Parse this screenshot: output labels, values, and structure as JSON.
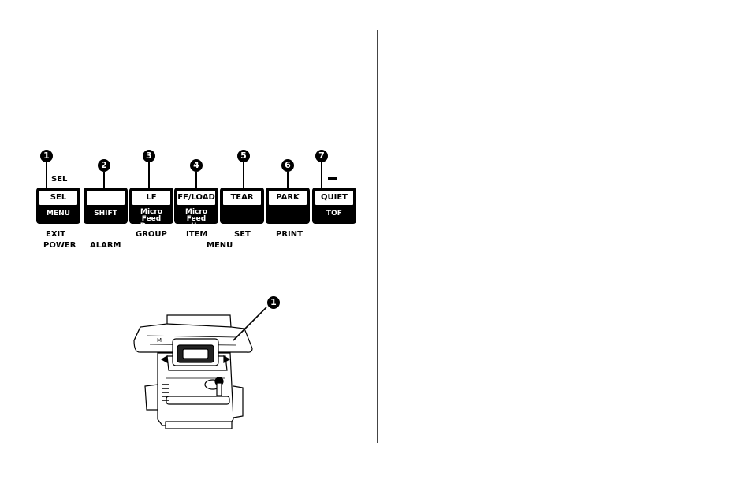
{
  "callouts": [
    "❶",
    "❷",
    "❸",
    "❹",
    "❺",
    "❻",
    "❼"
  ],
  "keys": [
    {
      "top": "SEL",
      "bottom": "MENU"
    },
    {
      "top": "",
      "bottom": "SHIFT"
    },
    {
      "top": "LF",
      "bottom": "Micro Feed\nDown"
    },
    {
      "top": "FF/LOAD",
      "bottom": "Micro Feed\nUp"
    },
    {
      "top": "TEAR",
      "bottom": ""
    },
    {
      "top": "PARK",
      "bottom": ""
    },
    {
      "top": "QUIET",
      "bottom": "TOF"
    }
  ],
  "labels": {
    "sel_above": "SEL",
    "exit": "EXIT",
    "power": "POWER",
    "alarm": "ALARM",
    "group": "GROUP",
    "item": "ITEM",
    "set": "SET",
    "print": "PRINT",
    "menu": "MENU"
  },
  "printer": {
    "callout": "❶",
    "mark_m": "M"
  }
}
